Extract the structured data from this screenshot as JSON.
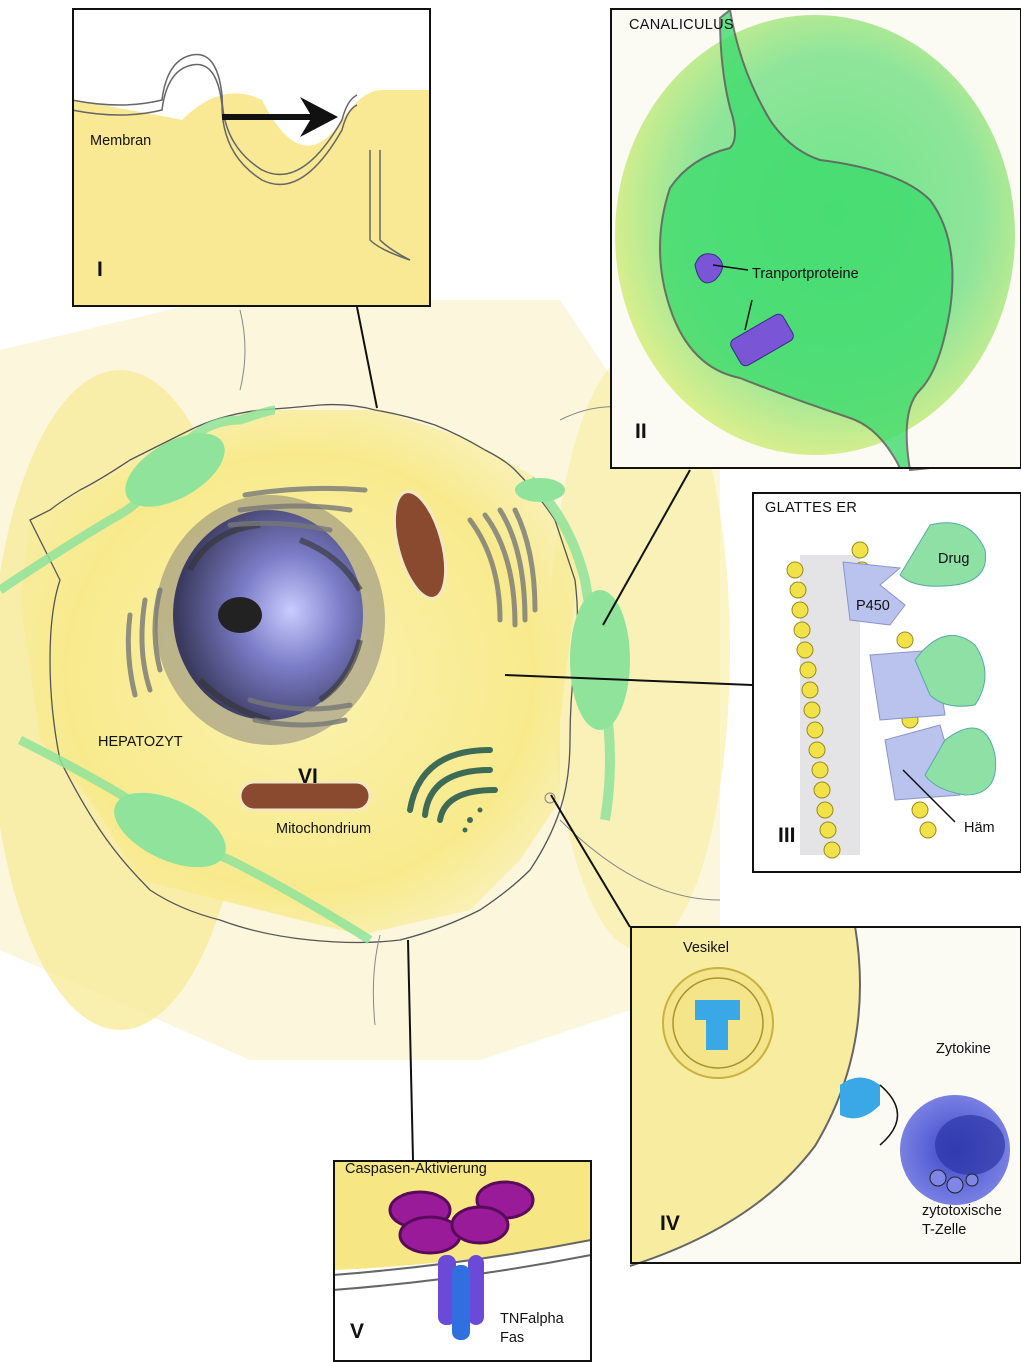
{
  "main": {
    "cell_label": "HEPATOZYT",
    "roman": "VI",
    "mitochondrion_label": "Mitochondrium"
  },
  "panel_1": {
    "roman": "I",
    "membrane_label": "Membran"
  },
  "panel_2": {
    "title": "CANALICULUS",
    "transport_label": "Tranportproteine",
    "roman": "II"
  },
  "panel_3": {
    "title": "GLATTES ER",
    "drug_label": "Drug",
    "p450_label": "P450",
    "haem_label": "Häm",
    "roman": "III"
  },
  "panel_4": {
    "vesicle_label": "Vesikel",
    "cytokine_label": "Zytokine",
    "tcell_label_1": "zytotoxische",
    "tcell_label_2": "T-Zelle",
    "roman": "IV"
  },
  "panel_5": {
    "title": "Caspasen-Aktivierung",
    "tnf_label": "TNFalpha",
    "fas_label": "Fas",
    "roman": "V"
  },
  "colors": {
    "cytoplasm": "#f7e98a",
    "canaliculus": "#7ee39a",
    "nucleus": "#6f6fb8",
    "mitochondrion": "#8a4a2f",
    "transport_protein": "#7a55d6",
    "p450": "#b9c3ee",
    "drug": "#8ee0a5",
    "lipid": "#f2e24a",
    "receptor": "#3aa8e6",
    "caspase": "#9a1b9a"
  }
}
